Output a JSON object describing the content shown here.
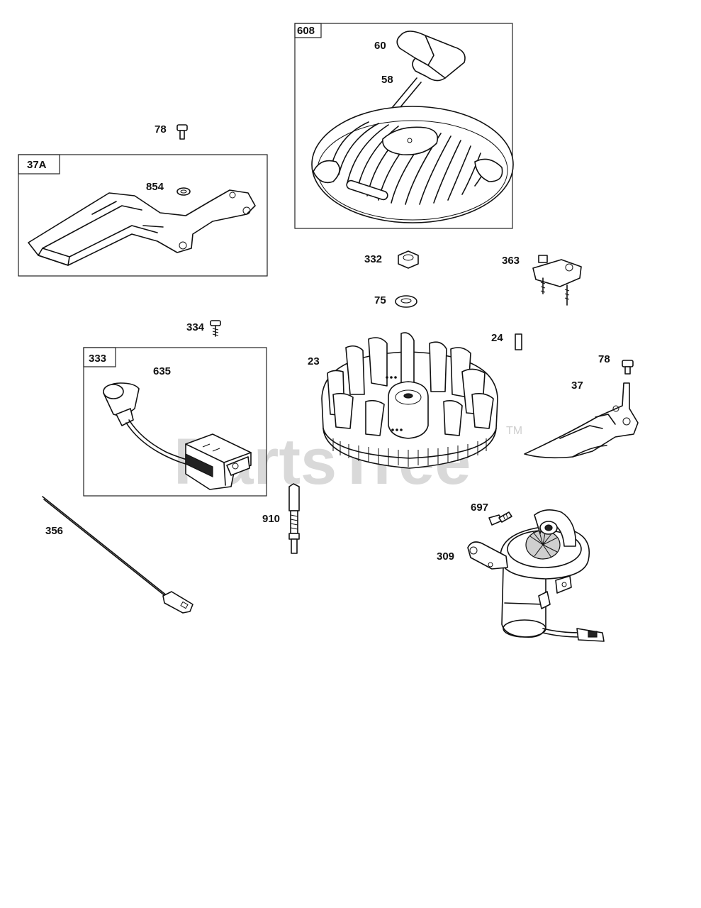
{
  "watermark": {
    "text": "PartsTree",
    "trademark": "TM"
  },
  "boxes": [
    {
      "id": "608"
    },
    {
      "id": "37A"
    },
    {
      "id": "333"
    }
  ],
  "labels": {
    "p60": "60",
    "p58": "58",
    "p78a": "78",
    "p854": "854",
    "p332": "332",
    "p363": "363",
    "p75": "75",
    "p334": "334",
    "p24": "24",
    "p23": "23",
    "p78b": "78",
    "p37": "37",
    "p635": "635",
    "p697": "697",
    "p910": "910",
    "p356": "356",
    "p309": "309"
  },
  "colors": {
    "line": "#111111",
    "watermark": "#d9d9d9",
    "background": "#ffffff"
  }
}
